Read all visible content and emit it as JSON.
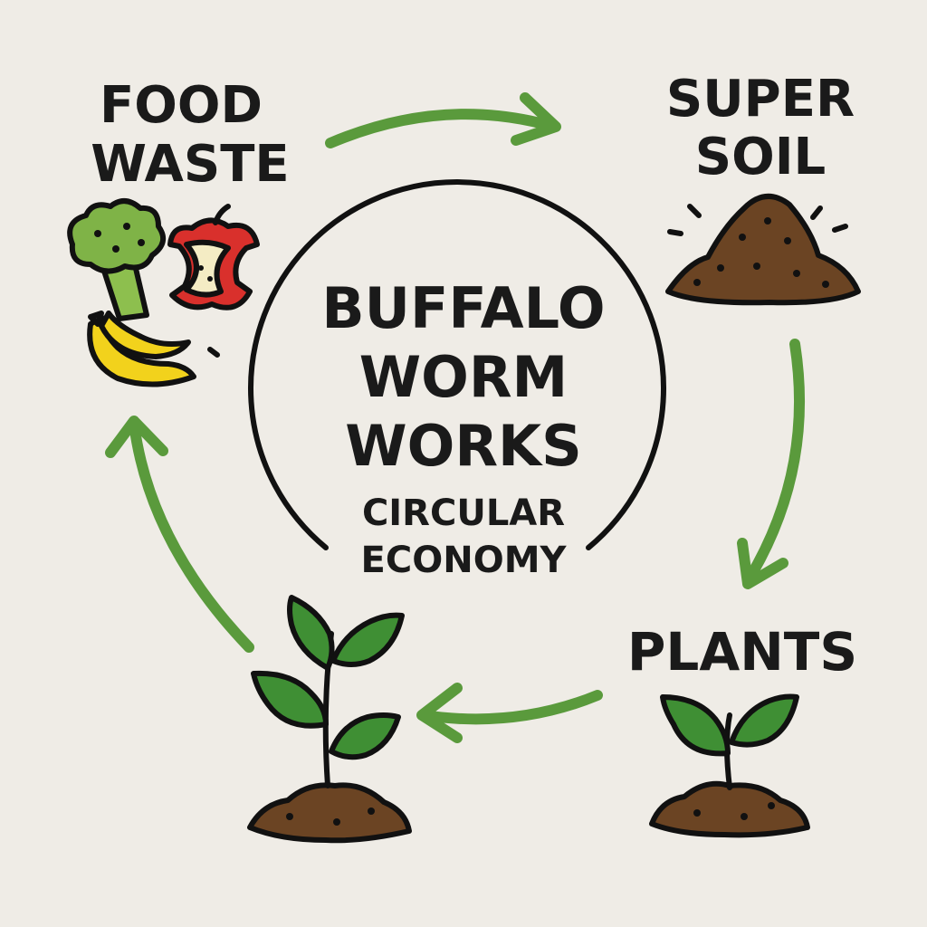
{
  "center": {
    "title_lines": [
      "BUFFALO",
      "WORM",
      "WORKS"
    ],
    "subtitle_lines": [
      "CIRCULAR",
      "ECONOMY"
    ]
  },
  "nodes": {
    "food_waste": {
      "lines": [
        "FOOD",
        "WASTE"
      ]
    },
    "super_soil": {
      "lines": [
        "SUPER",
        "SOIL"
      ]
    },
    "plants": {
      "lines": [
        "PLANTS"
      ]
    }
  },
  "colors": {
    "background": "#efece6",
    "arrow": "#5a9a3c",
    "ink": "#111111",
    "soil": "#6b4423",
    "leaf": "#3f8f34",
    "broccoli": "#7fb347",
    "apple_red": "#d9302c",
    "apple_flesh": "#f4ecc4",
    "banana": "#f2d21c"
  },
  "icons": [
    "broccoli-icon",
    "apple-core-icon",
    "banana-icon",
    "soil-pile-icon",
    "seedling-icon",
    "sprout-icon"
  ]
}
